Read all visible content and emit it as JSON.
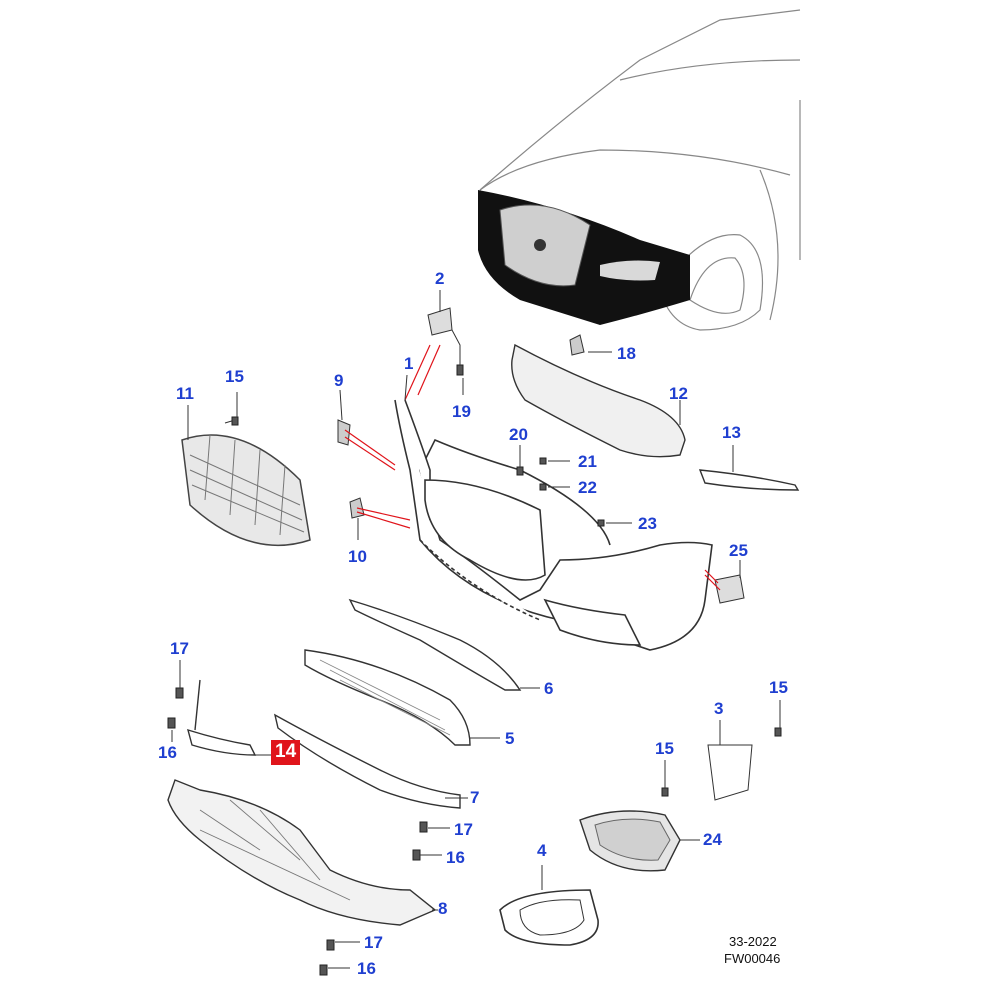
{
  "diagram": {
    "callouts": {
      "c1": "1",
      "c2": "2",
      "c3": "3",
      "c4": "4",
      "c5": "5",
      "c6": "6",
      "c7": "7",
      "c8": "8",
      "c9": "9",
      "c10": "10",
      "c11": "11",
      "c12": "12",
      "c13": "13",
      "c14": "14",
      "c15a": "15",
      "c15b": "15",
      "c15c": "15",
      "c16a": "16",
      "c16b": "16",
      "c16c": "16",
      "c17a": "17",
      "c17b": "17",
      "c17c": "17",
      "c18": "18",
      "c19": "19",
      "c20": "20",
      "c21": "21",
      "c22": "22",
      "c23": "23",
      "c24": "24",
      "c25": "25"
    },
    "highlighted_callout": "14",
    "footer": {
      "line1": "33-2022",
      "line2": "FW00046"
    },
    "colors": {
      "callout": "#1f3fd0",
      "highlight_bg": "#e0141b",
      "leader": "#e0141b",
      "line": "#333333"
    }
  }
}
